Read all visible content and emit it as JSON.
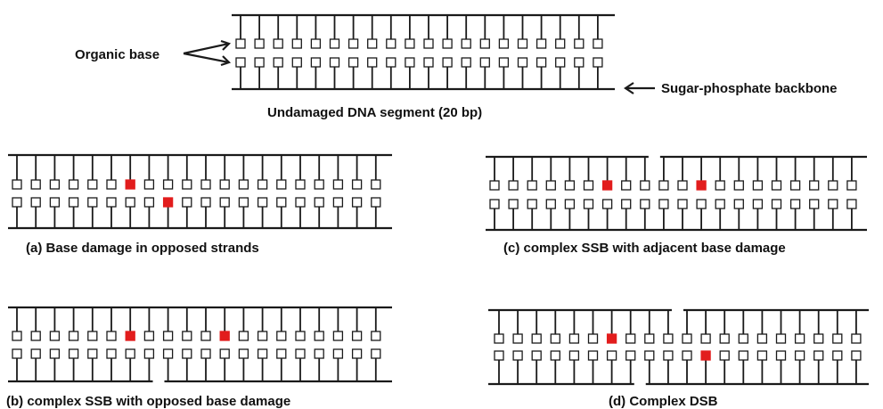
{
  "colors": {
    "line": "#1a1a1a",
    "base_fill": "#ffffff",
    "damaged_base": "#e21d1d"
  },
  "labels": {
    "organic_base": "Organic base",
    "backbone": "Sugar-phosphate backbone",
    "undamaged": "Undamaged DNA segment (20 bp)",
    "panel_a": "(a) Base damage in opposed strands",
    "panel_b": "(b) complex SSB with opposed base damage",
    "panel_c": "(c) complex SSB with adjacent base damage",
    "panel_d": "(d) Complex DSB"
  },
  "segments": {
    "undamaged": {
      "base_pairs": 20,
      "damaged_top": [],
      "damaged_bottom": [],
      "top_break_after": null,
      "bottom_break_after": null
    },
    "panel_a": {
      "base_pairs": 20,
      "damaged_top": [
        7
      ],
      "damaged_bottom": [
        9
      ],
      "top_break_after": null,
      "bottom_break_after": null
    },
    "panel_b": {
      "base_pairs": 20,
      "damaged_top": [
        7,
        12
      ],
      "damaged_bottom": [],
      "top_break_after": null,
      "bottom_break_after": 8
    },
    "panel_c": {
      "base_pairs": 20,
      "damaged_top": [
        7,
        12
      ],
      "damaged_bottom": [],
      "top_break_after": 9,
      "bottom_break_after": null
    },
    "panel_d": {
      "base_pairs": 20,
      "damaged_top": [
        7
      ],
      "damaged_bottom": [
        12
      ],
      "top_break_after": 10,
      "bottom_break_after": 8
    }
  }
}
